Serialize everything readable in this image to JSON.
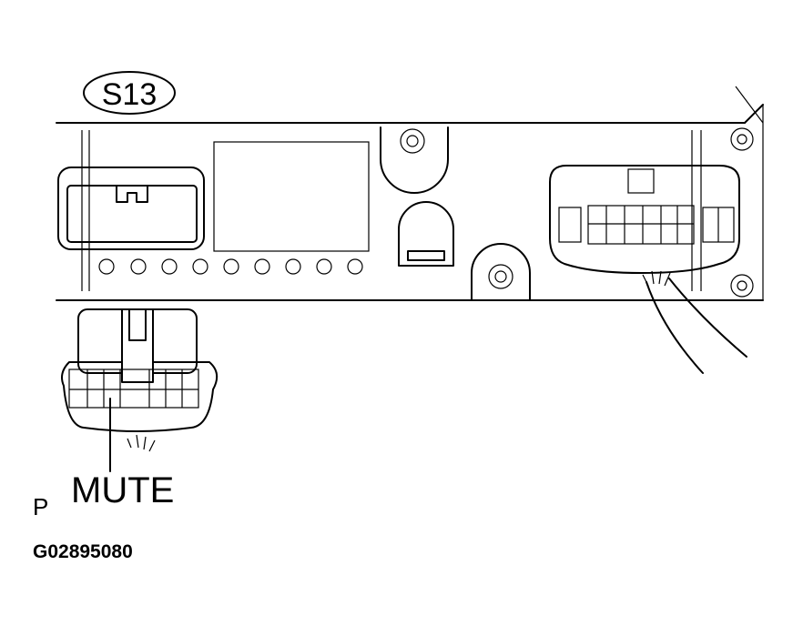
{
  "diagram": {
    "connector_code": "S13",
    "pin_label": "MUTE",
    "view_marker": "P",
    "figure_id": "G02895080",
    "line_color": "#000000",
    "background_color": "#ffffff"
  }
}
